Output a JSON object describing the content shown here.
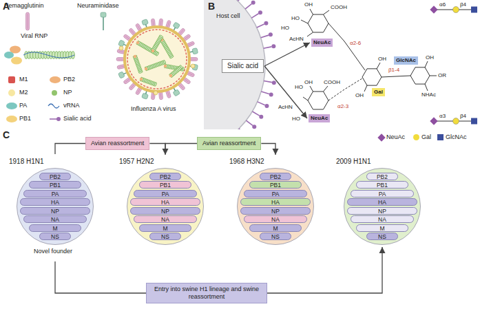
{
  "diagram": {
    "nodes": [
      {
        "text": [
          "Sialic acid"
        ]
      },
      {
        "text": [
          "NeuAc"
        ]
      },
      {
        "text": [
          "Gal"
        ]
      },
      {
        "text": [
          "GlcNAc"
        ]
      },
      {
        "text": [
          "NeuAc"
        ]
      },
      {
        "text": [
          "Avian reassortment"
        ]
      },
      {
        "text": [
          "Avian reassortment"
        ]
      },
      {
        "text": [
          "1918 H1N1"
        ]
      },
      {
        "text": [
          "PB2"
        ],
        "in": 7
      },
      {
        "text": [
          "PB1"
        ],
        "in": 7
      },
      {
        "text": [
          "PA"
        ],
        "in": 7
      },
      {
        "text": [
          "HA"
        ],
        "in": 7
      },
      {
        "text": [
          "NP"
        ],
        "in": 7
      },
      {
        "text": [
          "NA"
        ],
        "in": 7
      },
      {
        "text": [
          "M"
        ],
        "in": 7
      },
      {
        "text": [
          "NS"
        ],
        "in": 7
      },
      {
        "text": [
          "1957 H2N2"
        ]
      },
      {
        "text": [
          "PB2"
        ],
        "in": 16
      },
      {
        "text": [
          "PB1"
        ],
        "in": 16
      },
      {
        "text": [
          "PA"
        ],
        "in": 16
      },
      {
        "text": [
          "HA"
        ],
        "in": 16
      },
      {
        "text": [
          "NP"
        ],
        "in": 16
      },
      {
        "text": [
          "NA"
        ],
        "in": 16
      },
      {
        "text": [
          "M"
        ],
        "in": 16
      },
      {
        "text": [
          "NS"
        ],
        "in": 16
      },
      {
        "text": [
          "1968 H3N2"
        ]
      },
      {
        "text": [
          "PB2"
        ],
        "in": 25
      },
      {
        "text": [
          "PB1"
        ],
        "in": 25
      },
      {
        "text": [
          "PA"
        ],
        "in": 25
      },
      {
        "text": [
          "HA"
        ],
        "in": 25
      },
      {
        "text": [
          "NP"
        ],
        "in": 25
      },
      {
        "text": [
          "NA"
        ],
        "in": 25
      },
      {
        "text": [
          "M"
        ],
        "in": 25
      },
      {
        "text": [
          "NS"
        ],
        "in": 25
      },
      {
        "text": [
          "2009 H1N1"
        ]
      },
      {
        "text": [
          "PB2"
        ],
        "in": 34
      },
      {
        "text": [
          "PB1"
        ],
        "in": 34
      },
      {
        "text": [
          "PA"
        ],
        "in": 34
      },
      {
        "text": [
          "HA"
        ],
        "in": 34
      },
      {
        "text": [
          "NP"
        ],
        "in": 34
      },
      {
        "text": [
          "NA"
        ],
        "in": 34
      },
      {
        "text": [
          "M"
        ],
        "in": 34
      },
      {
        "text": [
          "NS"
        ],
        "in": 34
      },
      {
        "text": [
          "Entry into swine H1 lineage and swine reassortment"
        ]
      }
    ],
    "edges": [
      {
        "from": 0,
        "to": 1,
        "arrow": "to"
      },
      {
        "from": 0,
        "to": 4,
        "arrow": "to"
      },
      {
        "from": 7,
        "to": 5,
        "arrow": "none"
      },
      {
        "from": 5,
        "to": 16,
        "arrow": "to"
      },
      {
        "from": 16,
        "to": 6,
        "arrow": "none"
      },
      {
        "from": 6,
        "to": 25,
        "arrow": "to"
      },
      {
        "from": 7,
        "to": 43,
        "arrow": "none"
      },
      {
        "from": 43,
        "to": 34,
        "arrow": "to"
      }
    ],
    "labels": [
      "A",
      "Influenza A virus",
      "B",
      "Host cell",
      "C",
      "Novel founder",
      "OH",
      "COOH",
      "HO",
      "HO",
      "AcHN",
      "OH",
      "COOH",
      "HO",
      "AcHN",
      "HO",
      "OH",
      "OH",
      "OH",
      "OR",
      "NHAc",
      "α2-6",
      "β1-4",
      "α2-3",
      "α6",
      "β4",
      "α3",
      "β4"
    ],
    "legend": [
      {
        "text": "Hemagglutinin"
      },
      {
        "text": "Neuraminidase"
      },
      {
        "text": "Viral RNP"
      },
      {
        "text": "M1",
        "color": "#d9534f"
      },
      {
        "text": "PB2",
        "color": "#f0b27a"
      },
      {
        "text": "M2",
        "color": "#f7e7a1"
      },
      {
        "text": "NP",
        "color": "#92c46d"
      },
      {
        "text": "PA",
        "color": "#7cc7c0"
      },
      {
        "text": "vRNA"
      },
      {
        "text": "PB1",
        "color": "#f4d27c"
      },
      {
        "text": "Sialic acid"
      },
      {
        "text": "NeuAc",
        "color": "#8e4fa0"
      },
      {
        "text": "Gal",
        "color": "#f1dc3c"
      },
      {
        "text": "GlcNAc",
        "color": "#3b4e9c"
      }
    ]
  }
}
